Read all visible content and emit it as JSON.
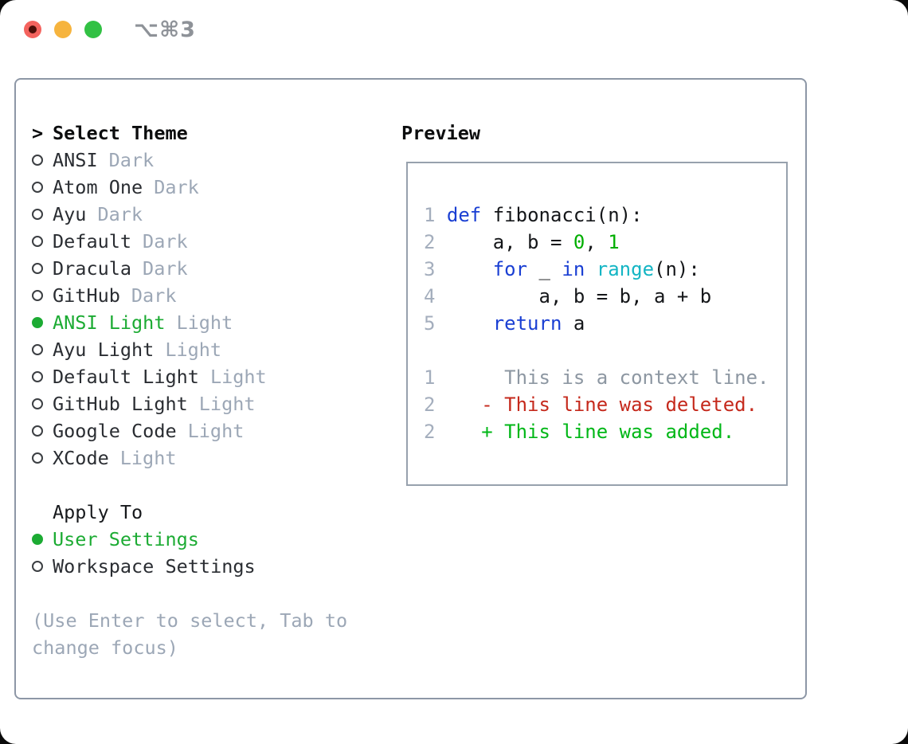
{
  "titlebar": {
    "title": "⌥⌘3"
  },
  "theme_list": {
    "header_prefix": ">",
    "header": "Select Theme",
    "items": [
      {
        "label": "ANSI",
        "tag": "Dark",
        "selected": false
      },
      {
        "label": "Atom One",
        "tag": "Dark",
        "selected": false
      },
      {
        "label": "Ayu",
        "tag": "Dark",
        "selected": false
      },
      {
        "label": "Default",
        "tag": "Dark",
        "selected": false
      },
      {
        "label": "Dracula",
        "tag": "Dark",
        "selected": false
      },
      {
        "label": "GitHub",
        "tag": "Dark",
        "selected": false
      },
      {
        "label": "ANSI Light",
        "tag": "Light",
        "selected": true
      },
      {
        "label": "Ayu Light",
        "tag": "Light",
        "selected": false
      },
      {
        "label": "Default Light",
        "tag": "Light",
        "selected": false
      },
      {
        "label": "GitHub Light",
        "tag": "Light",
        "selected": false
      },
      {
        "label": "Google Code",
        "tag": "Light",
        "selected": false
      },
      {
        "label": "XCode",
        "tag": "Light",
        "selected": false
      }
    ]
  },
  "apply_to": {
    "header": "Apply To",
    "options": [
      {
        "label": "User Settings",
        "selected": true
      },
      {
        "label": "Workspace Settings",
        "selected": false
      }
    ]
  },
  "hint": "(Use Enter to select, Tab to change focus)",
  "preview": {
    "header": "Preview",
    "code_lines": [
      {
        "num": "1",
        "tokens": [
          {
            "c": "kw",
            "t": "def"
          },
          {
            "c": "plain",
            "t": " fibonacci(n):"
          }
        ]
      },
      {
        "num": "2",
        "tokens": [
          {
            "c": "plain",
            "t": "    a, b = "
          },
          {
            "c": "numlit",
            "t": "0"
          },
          {
            "c": "plain",
            "t": ", "
          },
          {
            "c": "numlit",
            "t": "1"
          }
        ]
      },
      {
        "num": "3",
        "tokens": [
          {
            "c": "plain",
            "t": "    "
          },
          {
            "c": "kw",
            "t": "for"
          },
          {
            "c": "plain",
            "t": " _ "
          },
          {
            "c": "kw",
            "t": "in"
          },
          {
            "c": "plain",
            "t": " "
          },
          {
            "c": "fn",
            "t": "range"
          },
          {
            "c": "plain",
            "t": "(n):"
          }
        ]
      },
      {
        "num": "4",
        "tokens": [
          {
            "c": "plain",
            "t": "        a, b = b, a + b"
          }
        ]
      },
      {
        "num": "5",
        "tokens": [
          {
            "c": "plain",
            "t": "    "
          },
          {
            "c": "kw",
            "t": "return"
          },
          {
            "c": "plain",
            "t": " a"
          }
        ]
      },
      {
        "num": "",
        "tokens": []
      },
      {
        "num": "1",
        "tokens": [
          {
            "c": "ctx",
            "t": "     This is a context line."
          }
        ]
      },
      {
        "num": "2",
        "tokens": [
          {
            "c": "del",
            "t": "   - This line was deleted."
          }
        ]
      },
      {
        "num": "2",
        "tokens": [
          {
            "c": "add",
            "t": "   + This line was added."
          }
        ]
      }
    ]
  },
  "colors": {
    "accent_green": "#1cab33",
    "keyword_blue": "#1a3fd3",
    "builtin_cyan": "#14b5c4",
    "literal_green": "#00ae00",
    "deleted_red": "#c5291c",
    "added_green": "#00b717",
    "muted_gray": "#9ca7b6",
    "panel_border": "#8d97a6",
    "traffic_red": "#f4635e",
    "traffic_yellow": "#f6b43e",
    "traffic_green": "#32c144"
  }
}
